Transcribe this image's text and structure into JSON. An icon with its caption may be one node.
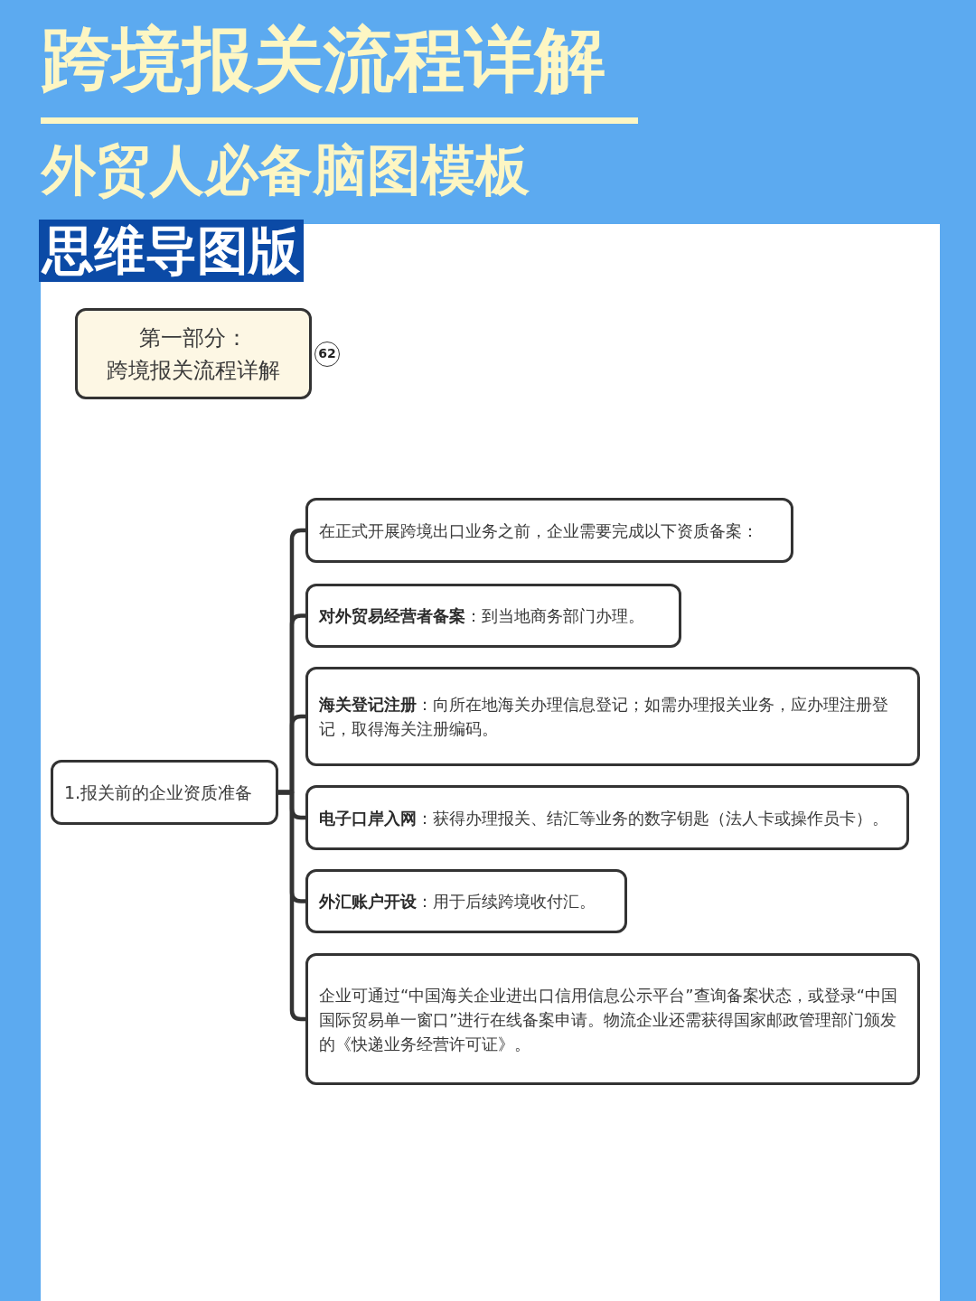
{
  "diagram": {
    "title": "跨境报关流程详解",
    "nodes": [
      {
        "text": [
          "第一部分：",
          "跨境报关流程详解"
        ],
        "beside": [
          "62"
        ]
      },
      {
        "text": [
          "1.报关前的企业资质准备"
        ]
      },
      {
        "text": [
          "在正式开展跨境出口业务之前，企业需要完成以下资质备案："
        ]
      },
      {
        "text": [
          "**对外贸易经营者备案**：到当地商务部门办理。"
        ]
      },
      {
        "text": [
          "**海关登记注册**：向所在地海关办理信息登记；如需办理报关业务，应办理注册登记，取得海关注册编码。"
        ]
      },
      {
        "text": [
          "**电子口岸入网**：获得办理报关、结汇等业务的数字钥匙（法人卡或操作员卡）。"
        ]
      },
      {
        "text": [
          "**外汇账户开设**：用于后续跨境收付汇。"
        ]
      },
      {
        "text": [
          "企业可通过“中国海关企业进出口信用信息公示平台”查询备案状态，或登录“中国国际贸易单一窗口”进行在线备案申请。物流企业还需获得国家邮政管理部门颁发的《快递业务经营许可证》。"
        ]
      }
    ],
    "edges": [
      {
        "from": 1,
        "to": 2,
        "arrow": "none"
      },
      {
        "from": 1,
        "to": 3,
        "arrow": "none"
      },
      {
        "from": 1,
        "to": 4,
        "arrow": "none"
      },
      {
        "from": 1,
        "to": 5,
        "arrow": "none"
      },
      {
        "from": 1,
        "to": 6,
        "arrow": "none"
      },
      {
        "from": 1,
        "to": 7,
        "arrow": "none"
      }
    ],
    "labels": [
      "外贸人必备脑图模板",
      "思维导图版"
    ]
  }
}
